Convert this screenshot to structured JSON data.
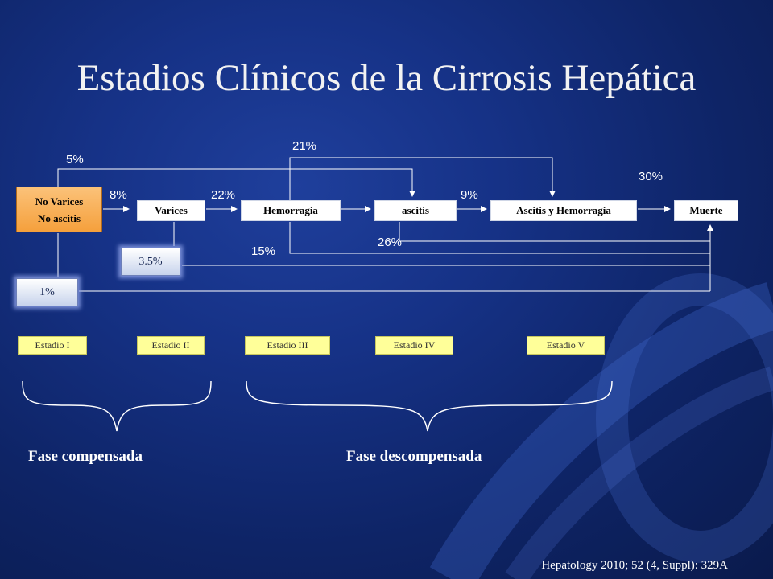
{
  "title": "Estadios Clínicos de la Cirrosis Hepática",
  "nodes": {
    "no_varices_line1": "No Varices",
    "no_varices_line2": "No ascitis",
    "varices": "Varices",
    "hemorragia": "Hemorragia",
    "ascitis": "ascitis",
    "ascitis_hemorragia": "Ascitis y  Hemorragia",
    "muerte": "Muerte",
    "death_1": "1%",
    "death_35": "3.5%"
  },
  "percentages": {
    "p5": "5%",
    "p8": "8%",
    "p22": "22%",
    "p21": "21%",
    "p9": "9%",
    "p30": "30%",
    "p15": "15%",
    "p26": "26%"
  },
  "stages": [
    "Estadio I",
    "Estadio II",
    "Estadio III",
    "Estadio IV",
    "Estadio V"
  ],
  "phases": {
    "compensada": "Fase compensada",
    "descompensada": "Fase descompensada"
  },
  "reference": "Hepatology 2010; 52 (4, Suppl): 329A",
  "colors": {
    "background": "#163287",
    "orange_node": "#f5a03c",
    "stage_fill": "#ffff99",
    "node_fill": "#ffffff"
  }
}
